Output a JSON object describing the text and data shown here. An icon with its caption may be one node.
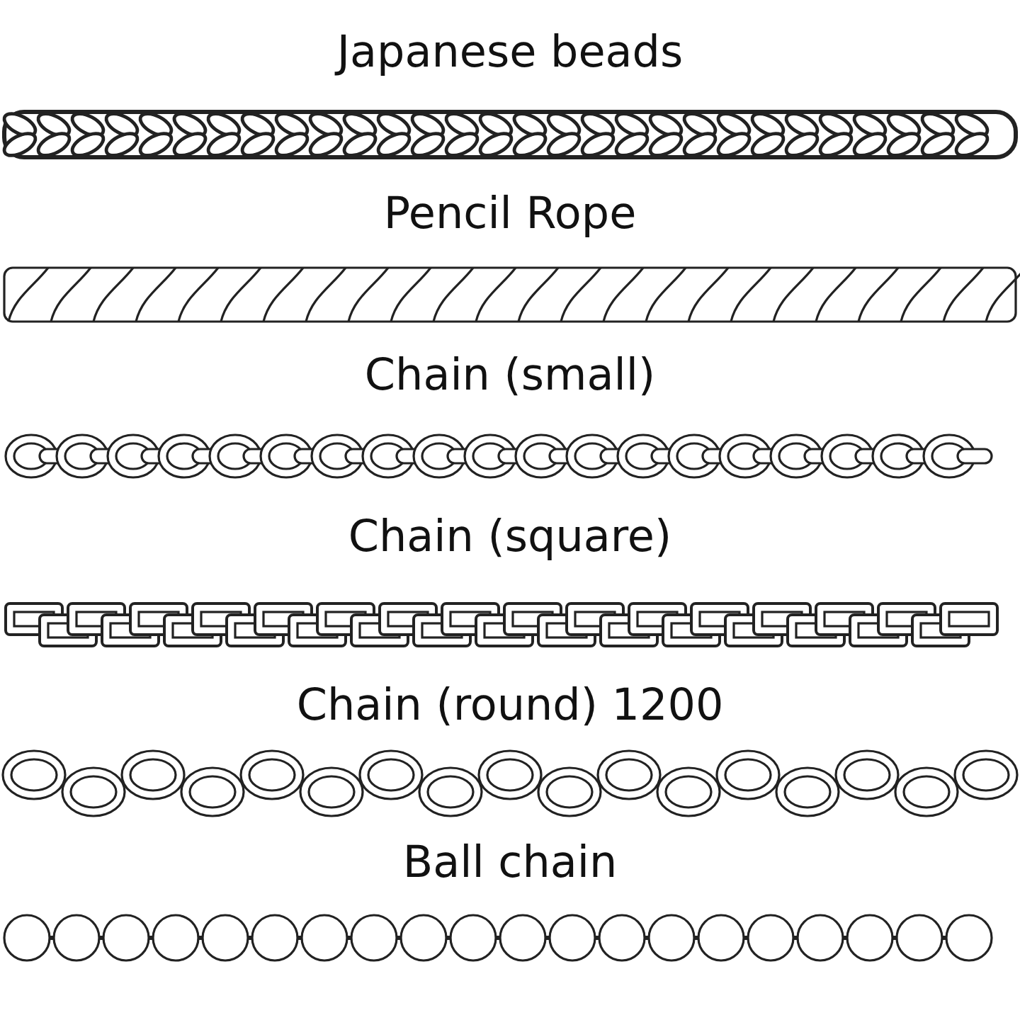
{
  "diagram": {
    "labels": [
      "Japanese beads",
      "Pencil Rope",
      "Chain (small)",
      "Chain (square)",
      "Chain (round) 1200",
      "Ball chain"
    ]
  }
}
